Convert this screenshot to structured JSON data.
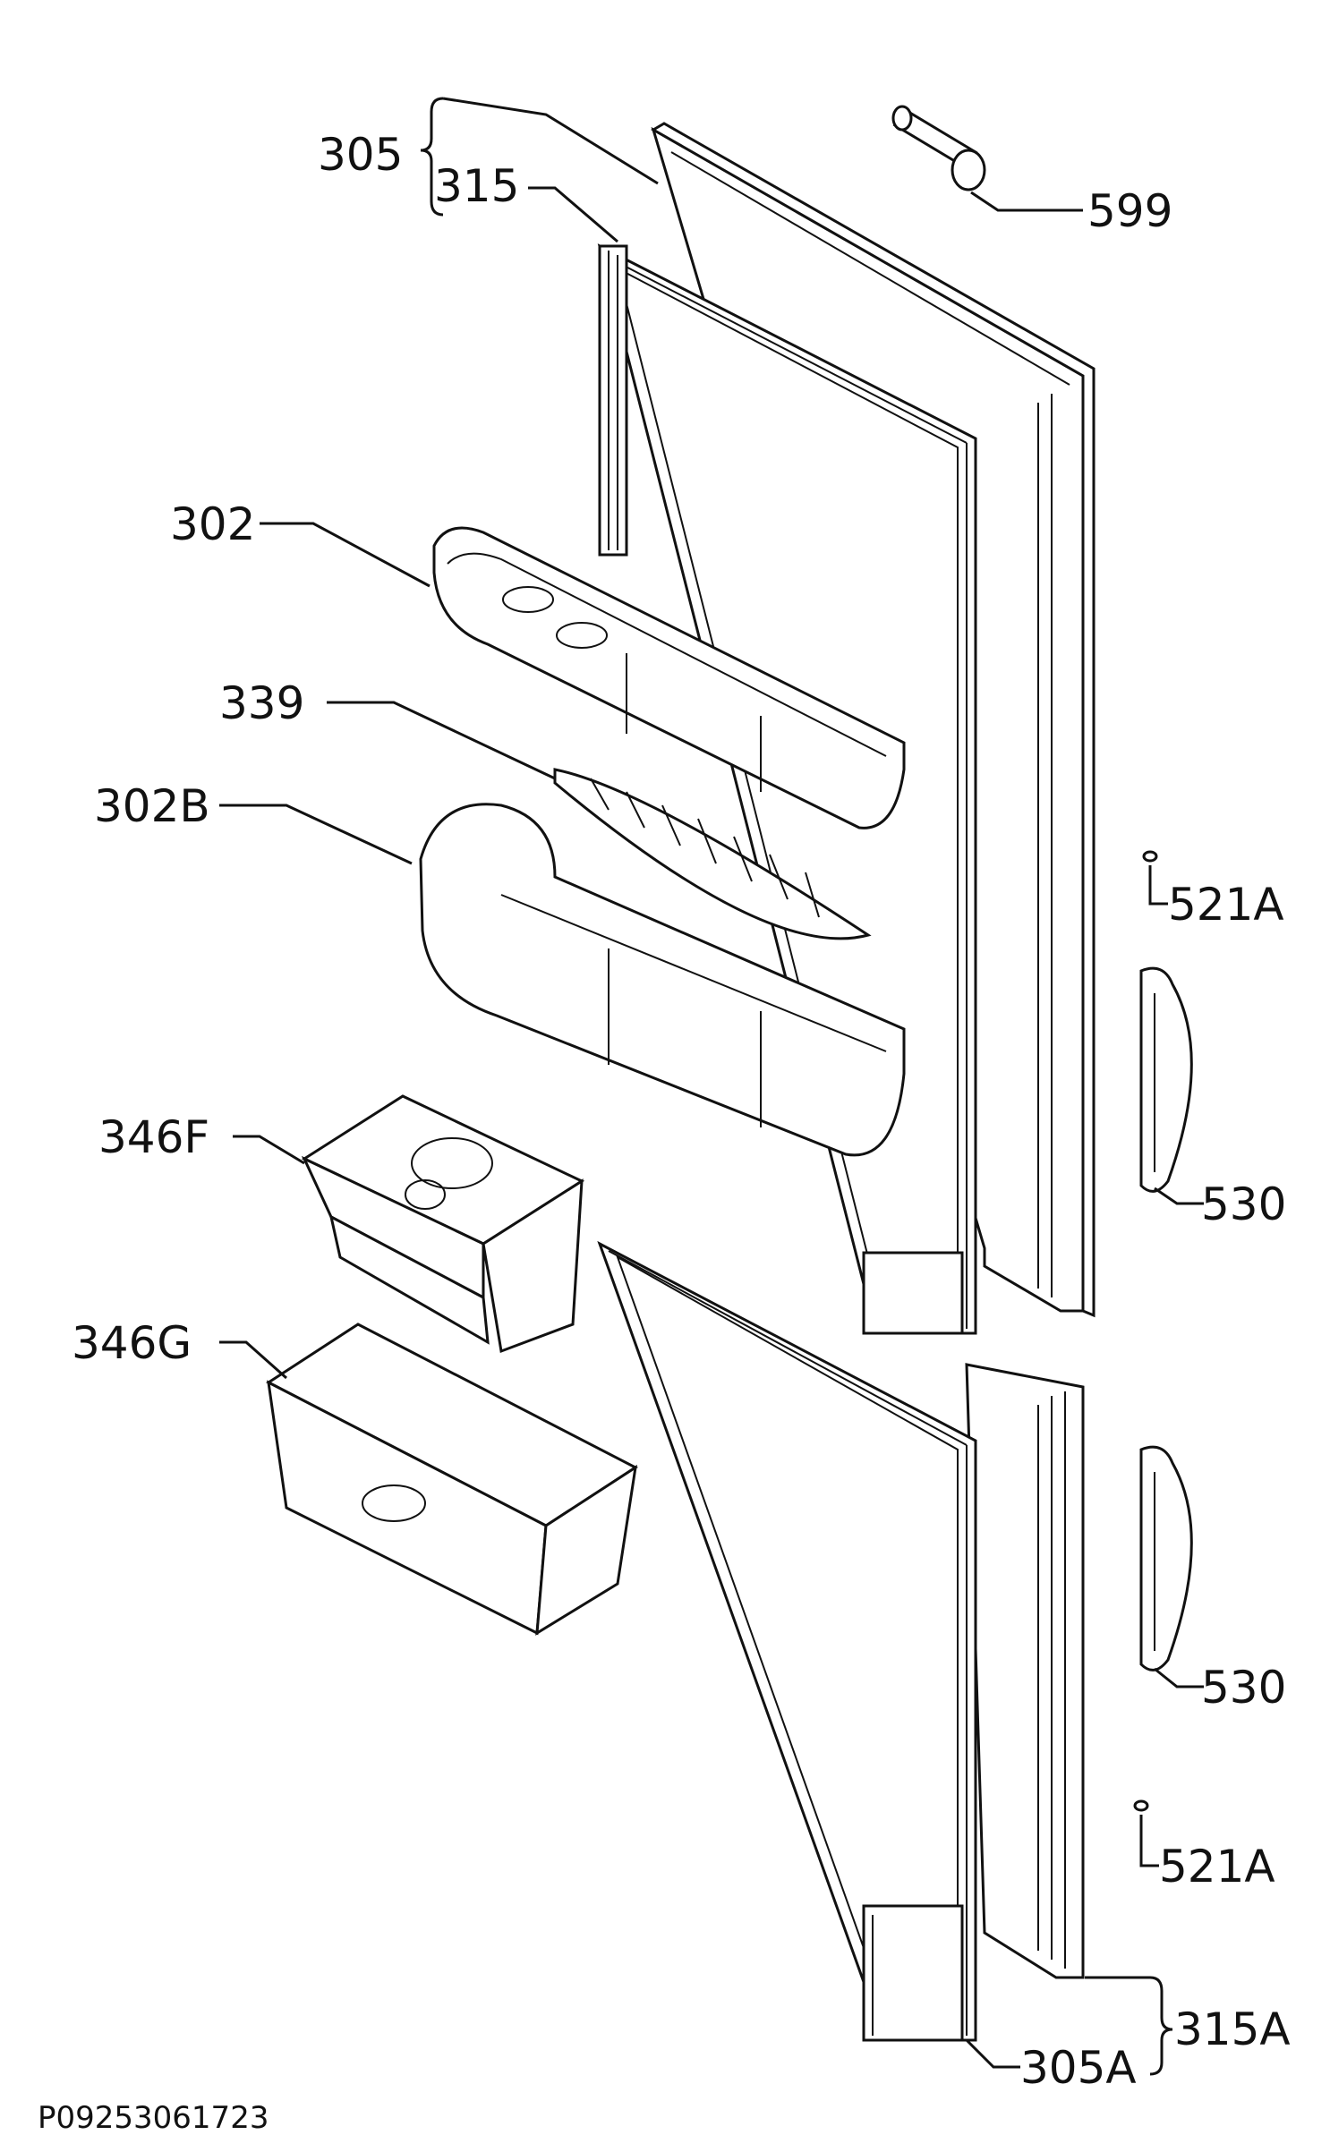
{
  "diagram": {
    "drawing_code": "P09253061723",
    "labels": {
      "l305": "305",
      "l315": "315",
      "l599": "599",
      "l302": "302",
      "l339": "339",
      "l302b": "302B",
      "l521a_top": "521A",
      "l346f": "346F",
      "l530_top": "530",
      "l346g": "346G",
      "l530_bottom": "530",
      "l521a_bottom": "521A",
      "l315a": "315A",
      "l305a": "305A"
    }
  }
}
